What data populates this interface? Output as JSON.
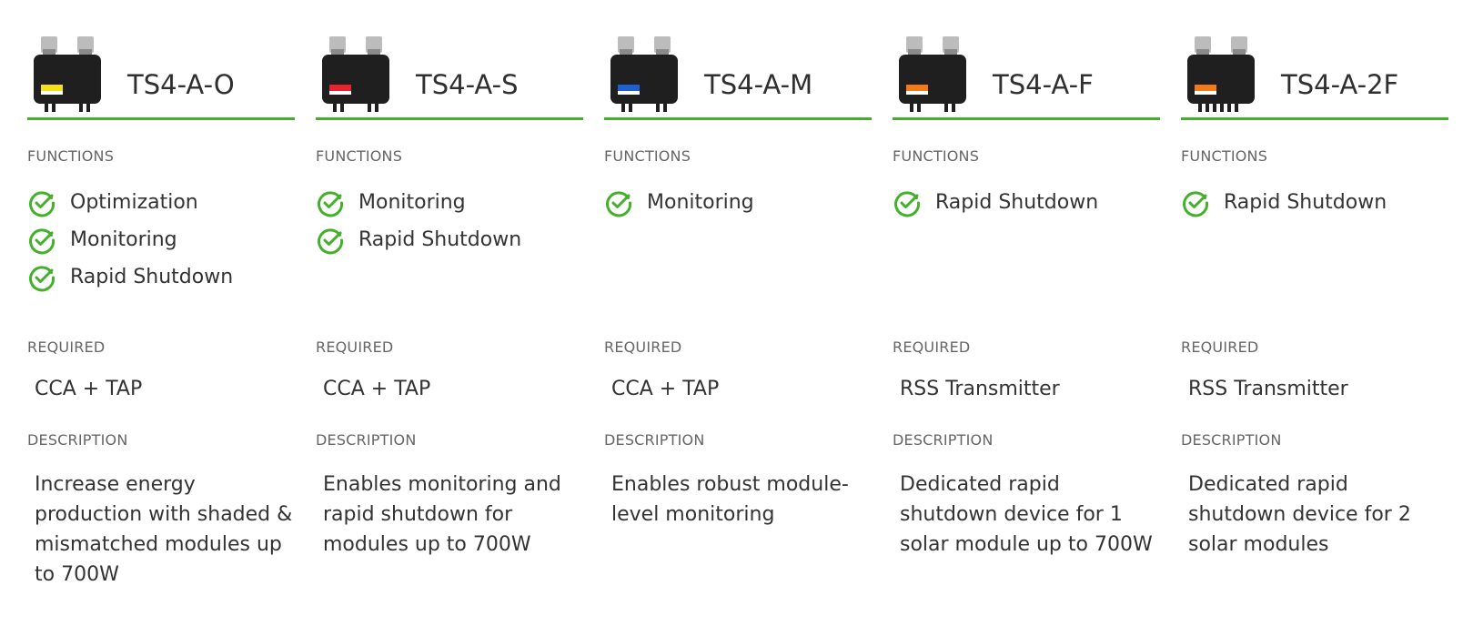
{
  "products": [
    {
      "model": "TS4-A-O",
      "label_color": "#f5e11a",
      "label_text": "TS4-A-O",
      "connector_legs": 2,
      "functions_label": "FUNCTIONS",
      "functions": [
        "Optimization",
        "Monitoring",
        "Rapid Shutdown"
      ],
      "required_label": "REQUIRED",
      "required": "CCA + TAP",
      "description_label": "DESCRIPTION",
      "description": "Increase energy production with shaded & mismatched modules up to 700W"
    },
    {
      "model": "TS4-A-S",
      "label_color": "#e8232e",
      "label_text": "TS4-A-S",
      "connector_legs": 2,
      "functions_label": "FUNCTIONS",
      "functions": [
        "Monitoring",
        "Rapid Shutdown"
      ],
      "required_label": "REQUIRED",
      "required": "CCA + TAP",
      "description_label": "DESCRIPTION",
      "description": "Enables monitoring and rapid shutdown for modules up to 700W"
    },
    {
      "model": "TS4-A-M",
      "label_color": "#1f5fd1",
      "label_text": "TS4-A-M",
      "connector_legs": 2,
      "functions_label": "FUNCTIONS",
      "functions": [
        "Monitoring"
      ],
      "required_label": "REQUIRED",
      "required": "CCA + TAP",
      "description_label": "DESCRIPTION",
      "description": "Enables robust module-level monitoring"
    },
    {
      "model": "TS4-A-F",
      "label_color": "#f27b17",
      "label_text": "TS4-A-F",
      "connector_legs": 2,
      "functions_label": "FUNCTIONS",
      "functions": [
        "Rapid Shutdown"
      ],
      "required_label": "REQUIRED",
      "required": "RSS Transmitter",
      "description_label": "DESCRIPTION",
      "description": "Dedicated rapid shutdown device for 1 solar module up to 700W"
    },
    {
      "model": "TS4-A-2F",
      "label_color": "#f27b17",
      "label_text": "TS4-A-2F",
      "connector_legs": 4,
      "functions_label": "FUNCTIONS",
      "functions": [
        "Rapid Shutdown"
      ],
      "required_label": "REQUIRED",
      "required": "RSS Transmitter",
      "description_label": "DESCRIPTION",
      "description": "Dedicated rapid shutdown device for 2 solar modules"
    }
  ],
  "colors": {
    "accent": "#43b02a",
    "device_body": "#1f1f1f",
    "connector": "#bcbcbc"
  },
  "icons": {
    "function": "check-circle-icon",
    "device": "optimizer-device-icon"
  }
}
